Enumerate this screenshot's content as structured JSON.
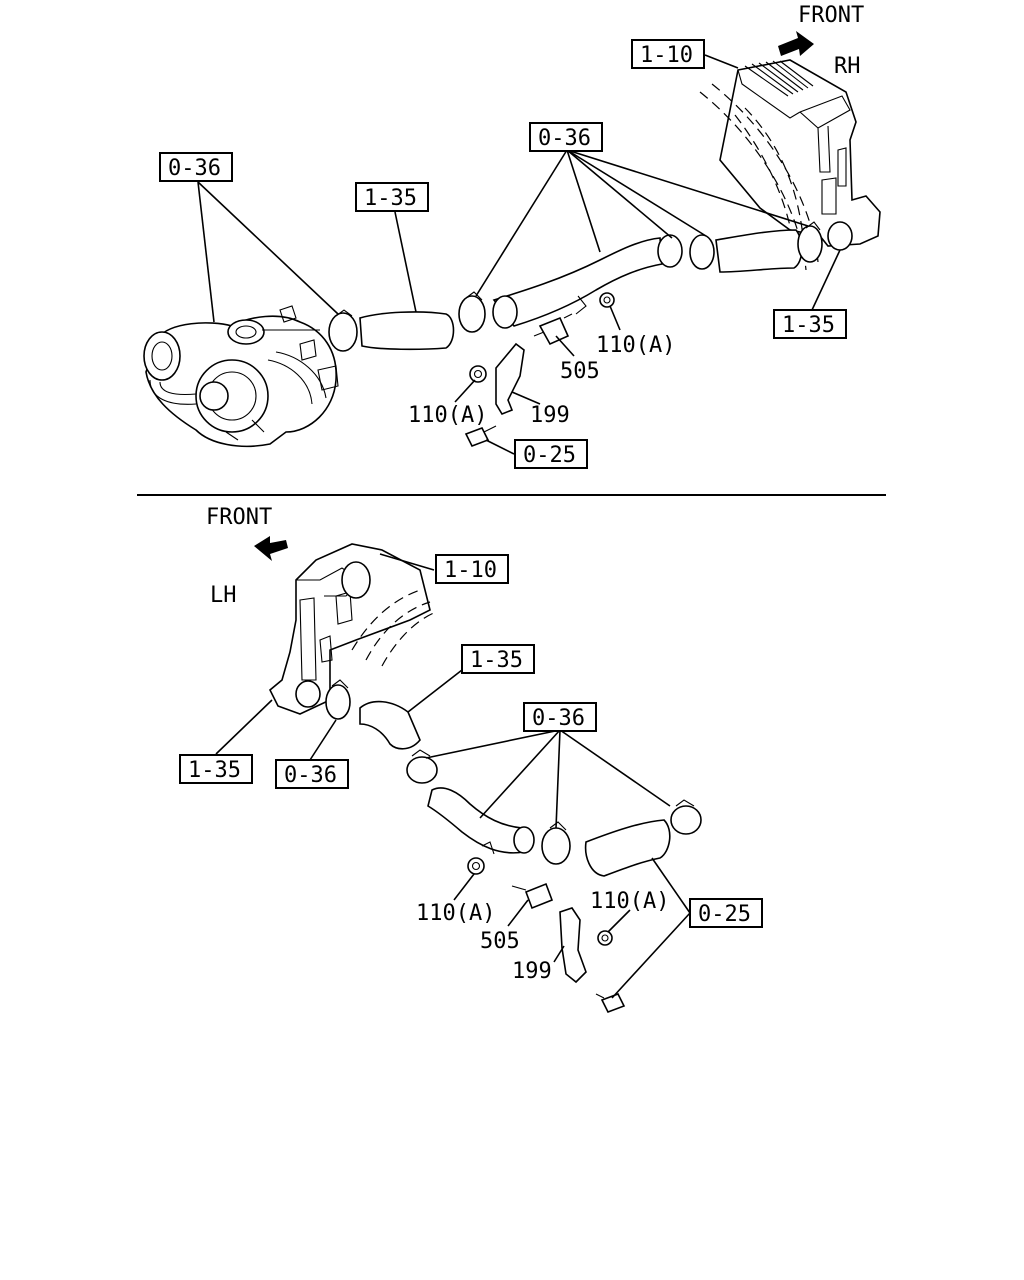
{
  "rh_view": {
    "front_text": "FRONT",
    "side_text": "RH",
    "callouts": {
      "intercooler": "1-10",
      "clamps": "0-36",
      "clamp_turbo": "0-36",
      "hose_center": "1-35",
      "hose_right": "1-35",
      "nut_right": "110(A)",
      "sensor": "505",
      "nut_left": "110(A)",
      "bracket": "199",
      "bolt": "0-25"
    }
  },
  "lh_view": {
    "front_text": "FRONT",
    "side_text": "LH",
    "callouts": {
      "intercooler": "1-10",
      "hose_upper": "1-35",
      "clamps": "0-36",
      "hose_left": "1-35",
      "clamp_left": "0-36",
      "nut_left": "110(A)",
      "nut_right": "110(A)",
      "sensor": "505",
      "bracket": "199",
      "bolt": "0-25"
    }
  }
}
